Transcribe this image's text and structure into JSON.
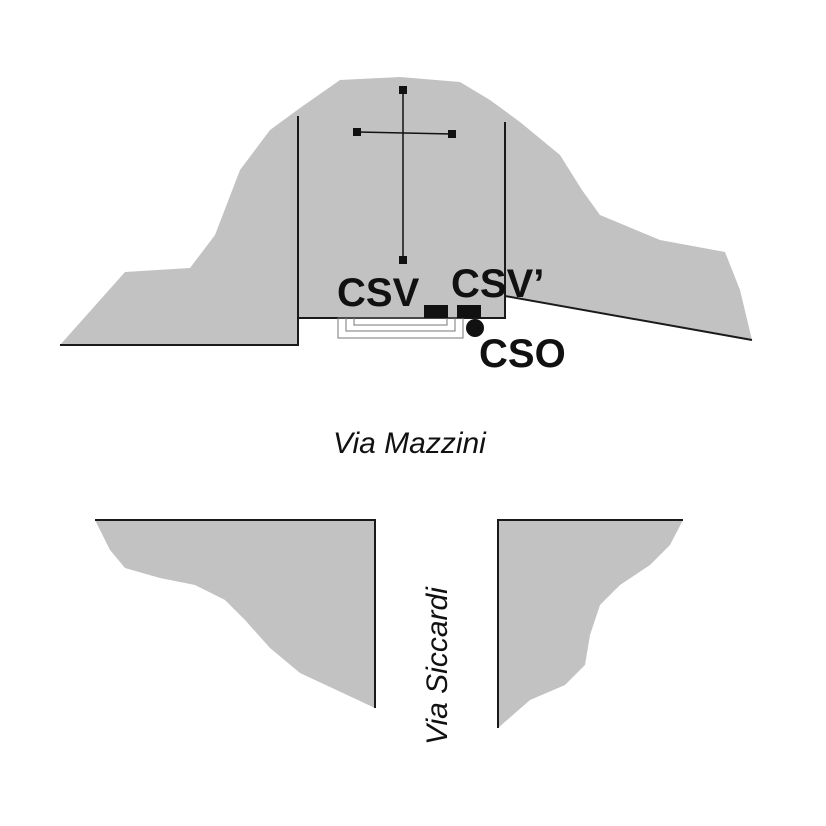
{
  "colors": {
    "block_fill": "#c2c2c2",
    "outline": "#1a1a1a",
    "marker": "#111111",
    "background": "#ffffff"
  },
  "sensor_labels": {
    "csv": "CSV",
    "csv_prime": "CSV’",
    "cso": "CSO"
  },
  "streets": {
    "horizontal": "Via Mazzini",
    "vertical": "Via Siccardi"
  }
}
